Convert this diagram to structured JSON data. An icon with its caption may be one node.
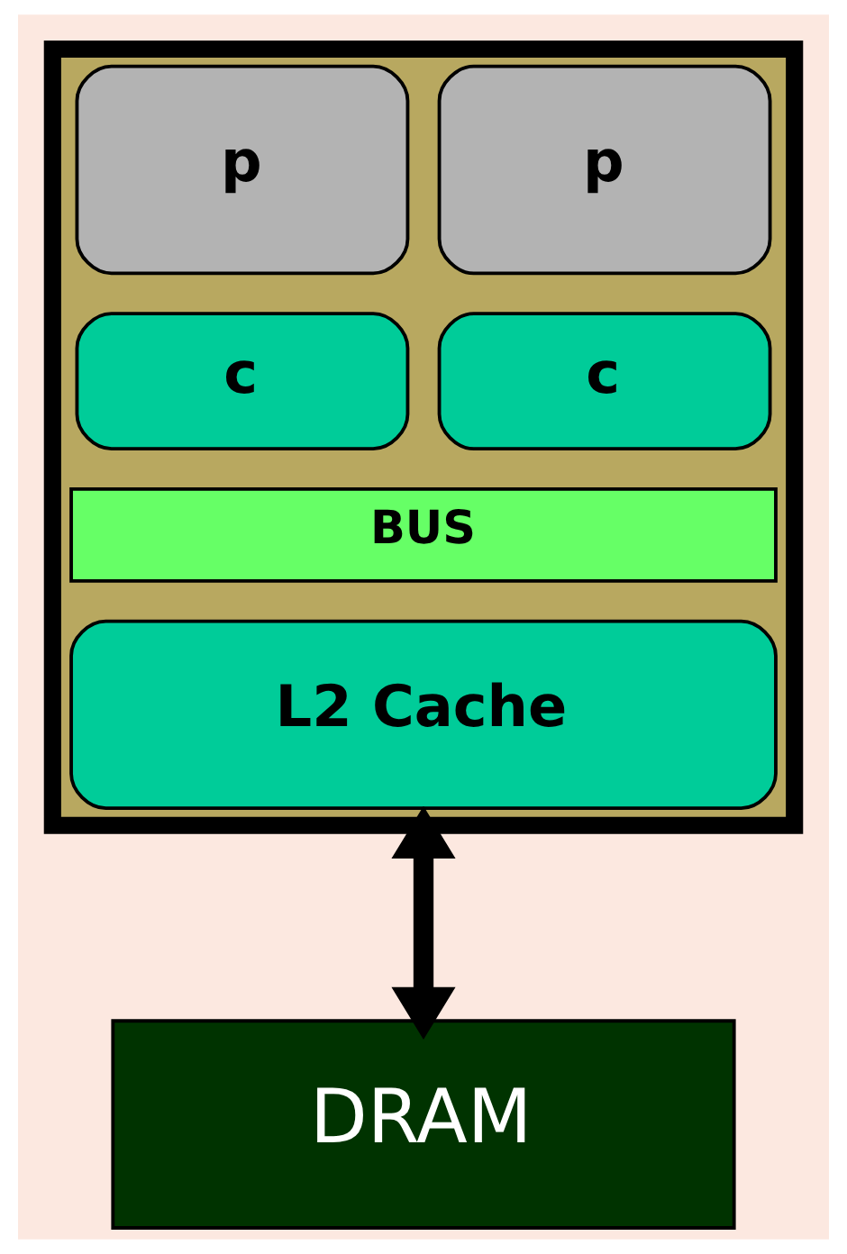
{
  "diagram": {
    "nodes": [
      {
        "text": [],
        "shape": "box"
      },
      {
        "text": [
          "p"
        ],
        "in": 0
      },
      {
        "text": [
          "c"
        ],
        "in": 0
      },
      {
        "text": [
          "p"
        ],
        "in": 0
      },
      {
        "text": [
          "c"
        ],
        "in": 0
      },
      {
        "text": [
          "BUS"
        ],
        "in": 0
      },
      {
        "text": [
          "L2 Cache"
        ],
        "in": 0
      },
      {
        "text": [
          "DRAM"
        ]
      }
    ],
    "edges": [
      {
        "from": 0,
        "to": 7,
        "arrow": "both"
      }
    ]
  }
}
